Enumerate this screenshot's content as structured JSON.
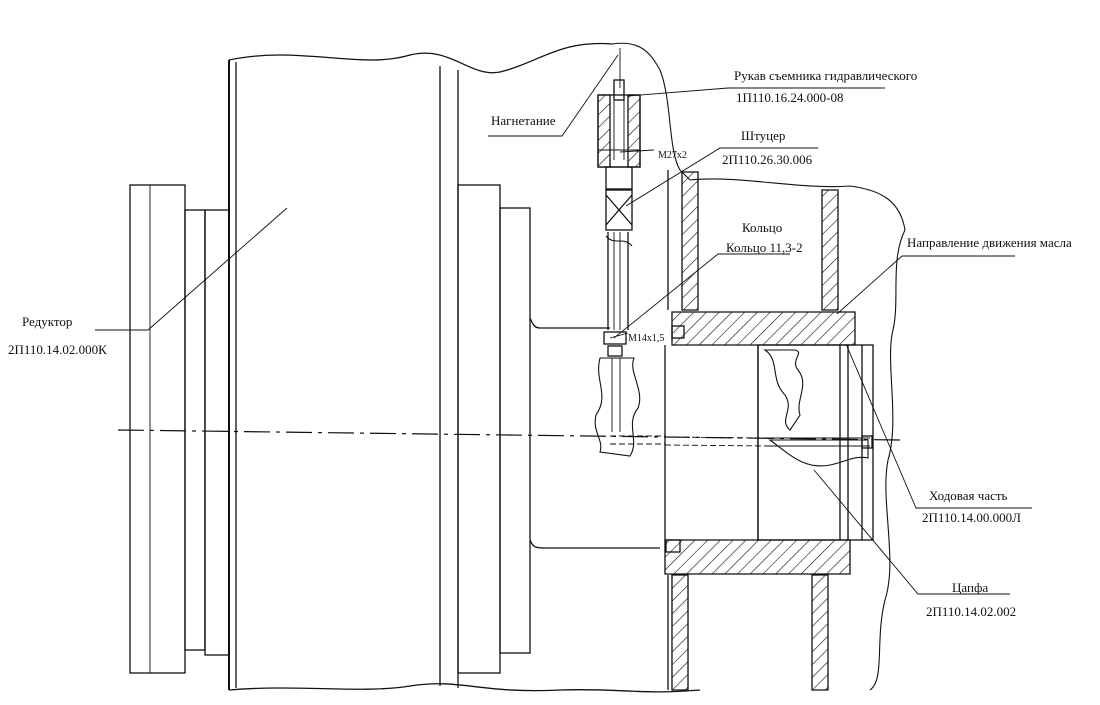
{
  "labels": {
    "reducer_name": "Редуктор",
    "reducer_code": "2П110.14.02.000К",
    "injection": "Нагнетание",
    "hose_name": "Рукав съемника гидравлического",
    "hose_code": "1П110.16.24.000-08",
    "fitting_name": "Штуцер",
    "fitting_code": "2П110.26.30.006",
    "ring_name": "Кольцо",
    "ring_code": "Кольцо 11,3-2",
    "oil_direction": "Направление движения масла",
    "running_gear_name": "Ходовая часть",
    "running_gear_code": "2П110.14.00.000Л",
    "trunnion_name": "Цапфа",
    "trunnion_code": "2П110.14.02.002",
    "thread_m27": "М27х2",
    "thread_m14": "М14х1,5"
  },
  "colors": {
    "ink": "#111111",
    "paper": "#ffffff"
  }
}
